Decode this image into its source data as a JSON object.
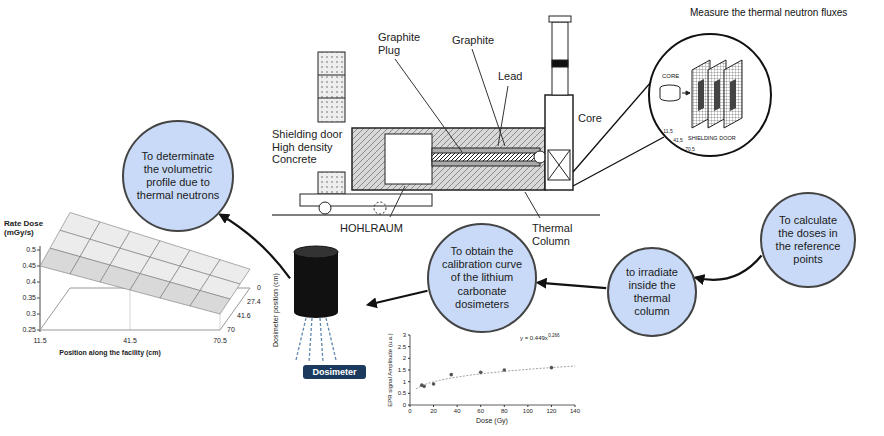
{
  "diagram": {
    "nodes": [
      {
        "text": [
          "Measure the thermal neutron fluxes",
          "CORE",
          "SHIELDING DOOR"
        ]
      },
      {
        "text": [
          "To calculate the doses in the reference points"
        ]
      },
      {
        "text": [
          "to irradiate inside the thermal column"
        ]
      },
      {
        "text": [
          "To obtain the calibration curve of the lithium carbonate dosimeters"
        ]
      },
      {
        "text": [
          "Dosimeter"
        ]
      },
      {
        "text": [
          "To determinate the volumetric profile due to thermal neutrons"
        ]
      }
    ],
    "edges": [
      {
        "from": 1,
        "to": 2,
        "arrow": "to"
      },
      {
        "from": 2,
        "to": 3,
        "arrow": "to"
      },
      {
        "from": 3,
        "to": 4,
        "arrow": "to"
      },
      {
        "from": 4,
        "to": 5,
        "arrow": "to"
      }
    ],
    "labels": [
      "Graphite Plug",
      "Graphite",
      "Lead",
      "Shielding door High density Concrete",
      "HOHLRAUM",
      "Thermal Column",
      "Core",
      "11,5",
      "41,5",
      "70,5",
      "Rate Dose (mGy/s)",
      "0.5",
      "0.45",
      "0.4",
      "0.35",
      "0.3",
      "0.25",
      "11.5",
      "41.5",
      "70.5",
      "Position along the facility (cm)",
      "0",
      "27.4",
      "41.6",
      "70",
      "Dosimeter position (cm)",
      "y = 0.449x",
      "0.266",
      "EPR signal Amplitude (u.a.)",
      "Dose (Gy)",
      "0",
      "20",
      "40",
      "60",
      "80",
      "100",
      "120",
      "140",
      "0",
      "0.5",
      "1",
      "1.5",
      "2",
      "2.5",
      "3"
    ]
  }
}
